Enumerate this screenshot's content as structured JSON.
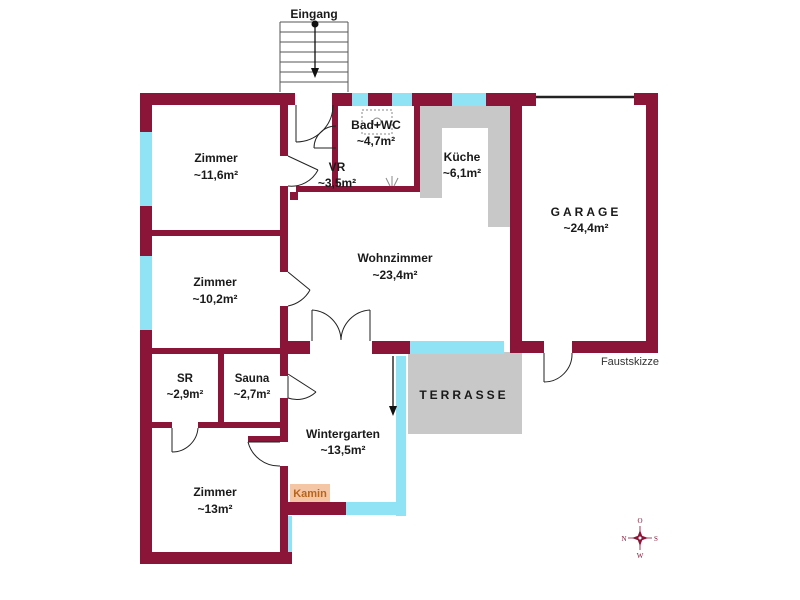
{
  "colors": {
    "wall": "#8b1538",
    "window": "#8fe3f5",
    "fixture": "#c8c8c8",
    "kamin_fill": "#f5c6a5",
    "kamin_text": "#b5651d",
    "door_line": "#222222"
  },
  "labels": {
    "eingang": "Eingang",
    "bad_name": "Bad+WC",
    "bad_area": "~4,7m²",
    "vr_name": "VR",
    "vr_area": "~3,5m²",
    "kueche_name": "Küche",
    "kueche_area": "~6,1m²",
    "zimmer1_name": "Zimmer",
    "zimmer1_area": "~11,6m²",
    "zimmer2_name": "Zimmer",
    "zimmer2_area": "~10,2m²",
    "wohn_name": "Wohnzimmer",
    "wohn_area": "~23,4m²",
    "garage_name": "GARAGE",
    "garage_area": "~24,4m²",
    "terrasse": "TERRASSE",
    "faustskizze": "Faustskizze",
    "sr_name": "SR",
    "sr_area": "~2,9m²",
    "sauna_name": "Sauna",
    "sauna_area": "~2,7m²",
    "winter_name": "Wintergarten",
    "winter_area": "~13,5m²",
    "zimmer3_name": "Zimmer",
    "zimmer3_area": "~13m²",
    "kamin": "Kamin"
  },
  "compass": {
    "north": "O",
    "east": "S",
    "south": "W",
    "west": "N"
  }
}
